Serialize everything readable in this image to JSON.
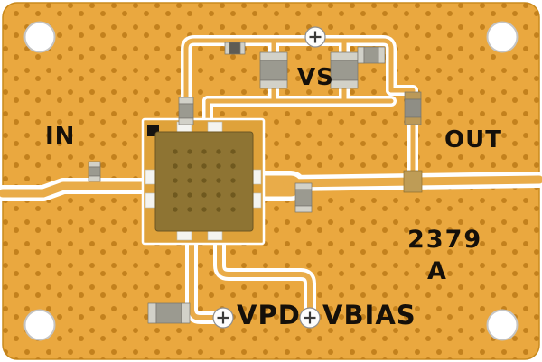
{
  "board": {
    "labels": {
      "input": "IN",
      "supply": "VS",
      "output": "OUT",
      "power_detector": "VPD",
      "bias": "VBIAS",
      "board_number": "2379",
      "revision": "A"
    },
    "colors": {
      "background": "#FFFFFF",
      "substrate": "#EAA83F",
      "via_dot": "#BF7D19",
      "silkscreen": "#FFFFFF",
      "trace_center": "#E9AC49",
      "label_text": "#15100A",
      "ic_body": "#8E7433",
      "ic_via": "#6F591F",
      "smd_body": "#9B9A90",
      "smd_terminal": "#D2D1C8",
      "tan_pad": "#BE9C56",
      "pin1_marker": "#151310"
    }
  }
}
